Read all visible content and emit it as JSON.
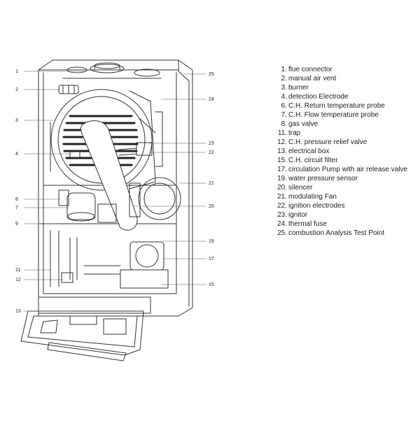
{
  "callouts": [
    {
      "label": "1"
    },
    {
      "label": "25"
    },
    {
      "label": "2"
    },
    {
      "label": "24"
    },
    {
      "label": "3"
    },
    {
      "label": "23"
    },
    {
      "label": "4"
    },
    {
      "label": "22"
    },
    {
      "label": "21"
    },
    {
      "label": "8"
    },
    {
      "label": "7"
    },
    {
      "label": "20"
    },
    {
      "label": "9"
    },
    {
      "label": "19"
    },
    {
      "label": "17"
    },
    {
      "label": "11"
    },
    {
      "label": "12"
    },
    {
      "label": "15"
    },
    {
      "label": "13"
    }
  ],
  "legend": [
    {
      "num": "1.",
      "text": "flue connector"
    },
    {
      "num": "2.",
      "text": "manual air vent"
    },
    {
      "num": "3.",
      "text": "burner"
    },
    {
      "num": "4.",
      "text": "detection Electrode"
    },
    {
      "num": "6.",
      "text": "C.H. Return temperature probe"
    },
    {
      "num": "7.",
      "text": "C.H. Flow temperature probe"
    },
    {
      "num": "8.",
      "text": "gas valve"
    },
    {
      "num": "11.",
      "text": "trap"
    },
    {
      "num": "12.",
      "text": "C.H. pressure relief valve"
    },
    {
      "num": "13.",
      "text": "electrical box"
    },
    {
      "num": "15.",
      "text": "C.H. circuit filter"
    },
    {
      "num": "17.",
      "text": "circulation Pump with air release valve"
    },
    {
      "num": "19.",
      "text": "water pressure sensor"
    },
    {
      "num": "20.",
      "text": "silencer"
    },
    {
      "num": "21.",
      "text": "modulating Fan"
    },
    {
      "num": "22.",
      "text": "ignition electrodes"
    },
    {
      "num": "23.",
      "text": "ignitor"
    },
    {
      "num": "24.",
      "text": "thermal fuse"
    },
    {
      "num": "25.",
      "text": "combustion Analysis Test Point"
    }
  ]
}
